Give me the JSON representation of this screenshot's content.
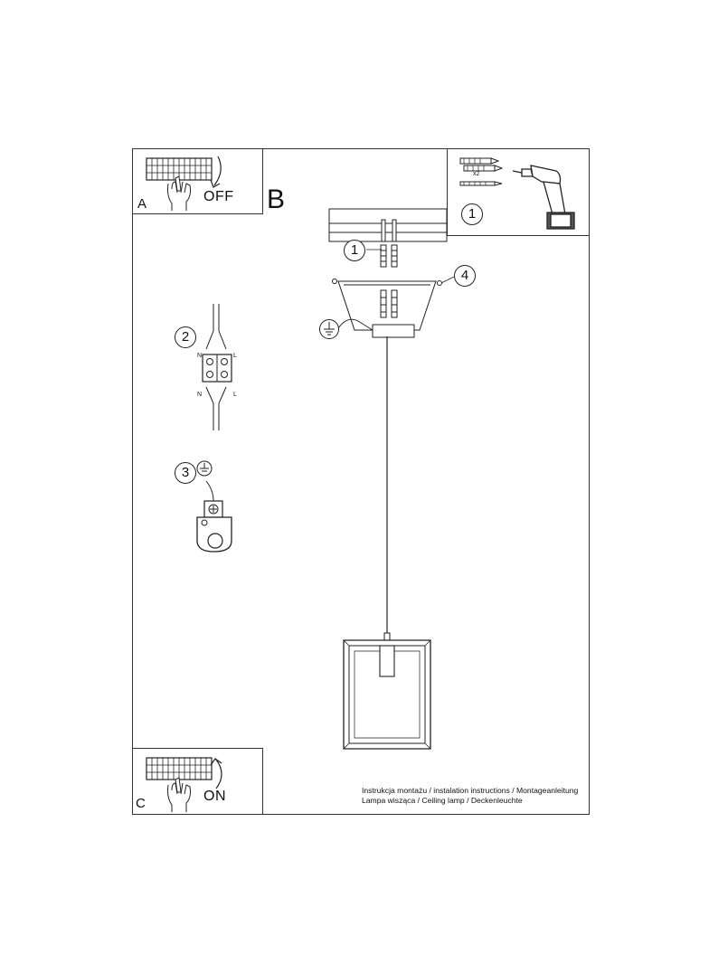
{
  "panels": {
    "a": {
      "letter": "A",
      "switch_label": "OFF"
    },
    "b": {
      "letter": "B"
    },
    "c": {
      "letter": "C",
      "switch_label": "ON"
    }
  },
  "tools": {
    "step": "1",
    "quantity": "x2"
  },
  "steps": {
    "wall_plugs": "1",
    "connector": "2",
    "ground": "3",
    "screws": "4"
  },
  "connector_labels": {
    "n_top": "N",
    "l_top": "L",
    "n_bottom": "N",
    "l_bottom": "L"
  },
  "caption": {
    "line1": "Instrukcja montażu / instalation instructions / Montageanleitung",
    "line2": "Lampa wisząca / Ceiling lamp / Deckenleuchte"
  },
  "icons": [
    "power-switch-icon",
    "hand-icon",
    "arrow-icon",
    "drill-icon",
    "wall-plug-icon",
    "screw-icon",
    "ground-symbol-icon",
    "terminal-block-icon",
    "ground-terminal-icon"
  ]
}
